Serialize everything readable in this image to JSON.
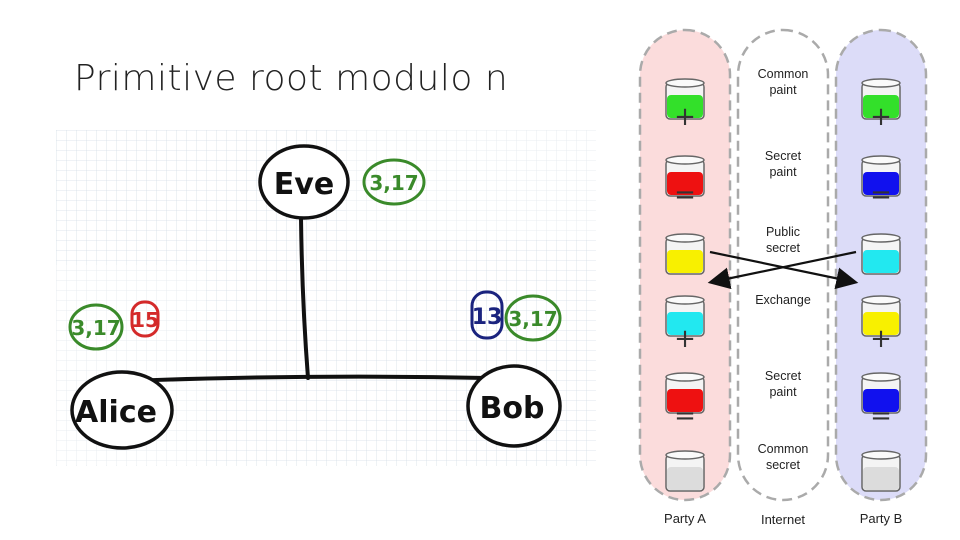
{
  "slide": {
    "title": "Primitive root modulo n"
  },
  "sketch": {
    "eve": {
      "name": "Eve",
      "public_values": "3,17"
    },
    "alice": {
      "name": "Alice",
      "public_values": "3,17",
      "secret": "15"
    },
    "bob": {
      "name": "Bob",
      "secret": "13",
      "public_values": "3,17"
    },
    "colors": {
      "public": "#3a8a2a",
      "alice_secret": "#d42a2a",
      "bob_secret": "#1a237e"
    }
  },
  "paint_diagram": {
    "columns": {
      "party_a": "Party A",
      "internet": "Internet",
      "party_b": "Party B"
    },
    "rows": [
      {
        "label_line1": "Common",
        "label_line2": "paint",
        "a_color": "#33e02a",
        "b_color": "#33e02a"
      },
      {
        "label_line1": "Secret",
        "label_line2": "paint",
        "a_color": "#ee1111",
        "b_color": "#1111ee"
      },
      {
        "label_line1": "Public",
        "label_line2": "secret",
        "a_color": "#f8f000",
        "b_color": "#22e8f0"
      },
      {
        "label_line1": "Exchange",
        "label_line2": "",
        "a_color": "#22e8f0",
        "b_color": "#f8f000"
      },
      {
        "label_line1": "Secret",
        "label_line2": "paint",
        "a_color": "#ee1111",
        "b_color": "#1111ee"
      },
      {
        "label_line1": "Common",
        "label_line2": "secret",
        "a_color": "#dcdcdc",
        "b_color": "#dcdcdc"
      }
    ],
    "operators": [
      "+",
      "=",
      "+",
      "="
    ],
    "colors": {
      "party_a_bg": "#fbdcdc",
      "party_b_bg": "#dcdcf8",
      "internet_bg": "#ffffff"
    }
  }
}
